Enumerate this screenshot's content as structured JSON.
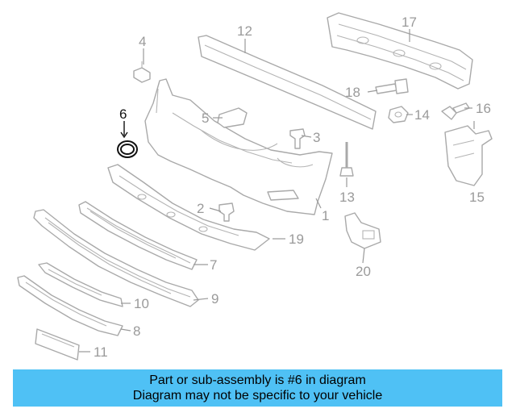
{
  "diagram": {
    "callouts": [
      "1",
      "2",
      "3",
      "4",
      "5",
      "6",
      "7",
      "8",
      "9",
      "10",
      "11",
      "12",
      "13",
      "14",
      "15",
      "16",
      "17",
      "18",
      "19",
      "20"
    ],
    "highlighted_part": "6",
    "colors": {
      "line": "#a9a9a9",
      "highlight": "#111111",
      "banner": "#4fc1f5"
    }
  },
  "banner": {
    "line1": "Part or sub-assembly is #6 in diagram",
    "line2": "Diagram may not be specific to your vehicle"
  }
}
